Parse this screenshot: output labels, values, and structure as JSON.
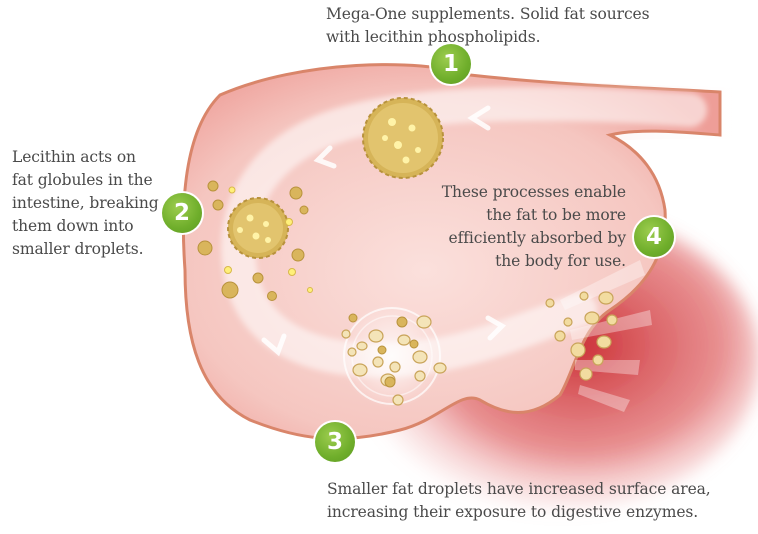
{
  "steps": [
    {
      "number": "1",
      "text": "Mega-One supplements. Solid fat sources\nwith lecithin phospholipids."
    },
    {
      "number": "2",
      "text": "Lecithin acts on\nfat globules in the\nintestine, breaking\nthem down into\nsmaller droplets."
    },
    {
      "number": "3",
      "text": "Smaller fat droplets have increased surface area,\nincreasing their exposure to digestive enzymes."
    },
    {
      "number": "4",
      "text": "These processes enable\nthe fat to be more\nefficiently absorbed by\nthe body for use."
    }
  ],
  "colors": {
    "badge_green": "#6fae2b",
    "intestine_pink": "#f3c0bb",
    "intestine_outline": "#d9856a",
    "tissue_red": "#c9262c",
    "fat_yellow": "#dfc06a"
  },
  "icons": [
    "large-fat-globule-icon",
    "fat-droplet-icon",
    "flow-arrow-icon"
  ]
}
